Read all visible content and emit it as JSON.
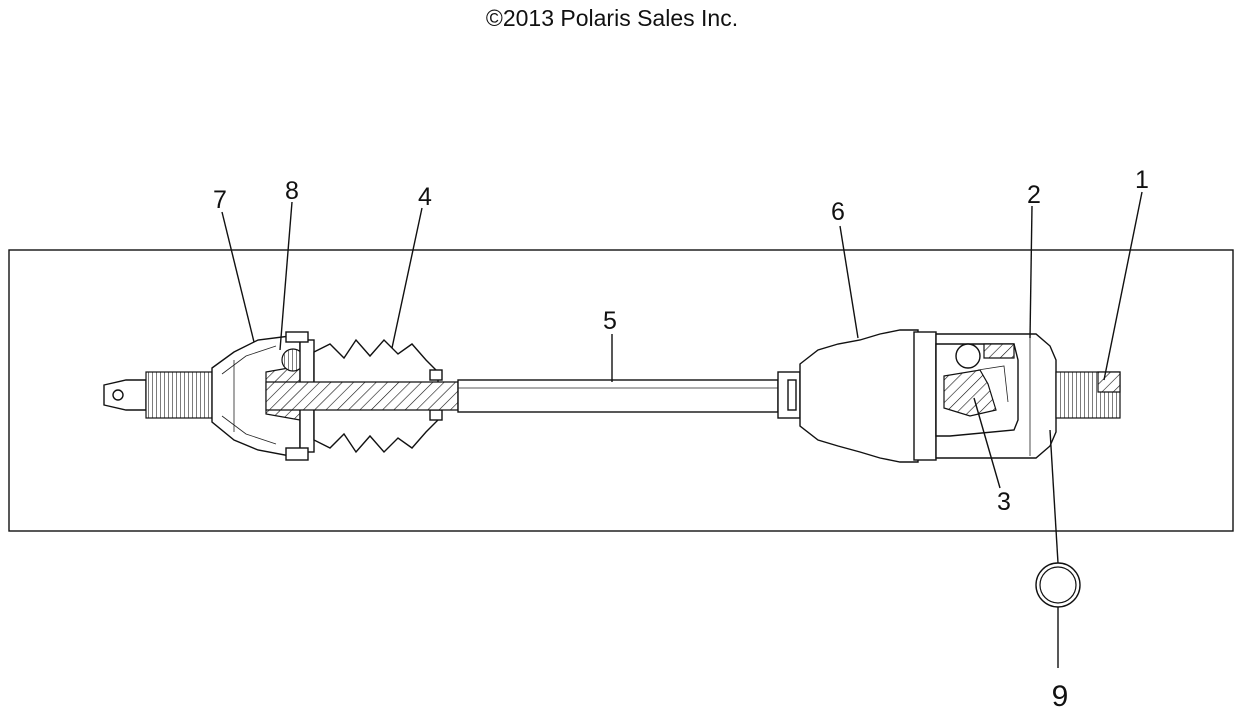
{
  "copyright": "©2013 Polaris Sales Inc.",
  "callouts": [
    {
      "id": "1",
      "label": "1"
    },
    {
      "id": "2",
      "label": "2"
    },
    {
      "id": "3",
      "label": "3"
    },
    {
      "id": "4",
      "label": "4"
    },
    {
      "id": "5",
      "label": "5"
    },
    {
      "id": "6",
      "label": "6"
    },
    {
      "id": "7",
      "label": "7"
    },
    {
      "id": "8",
      "label": "8"
    },
    {
      "id": "9",
      "label": "9"
    }
  ]
}
